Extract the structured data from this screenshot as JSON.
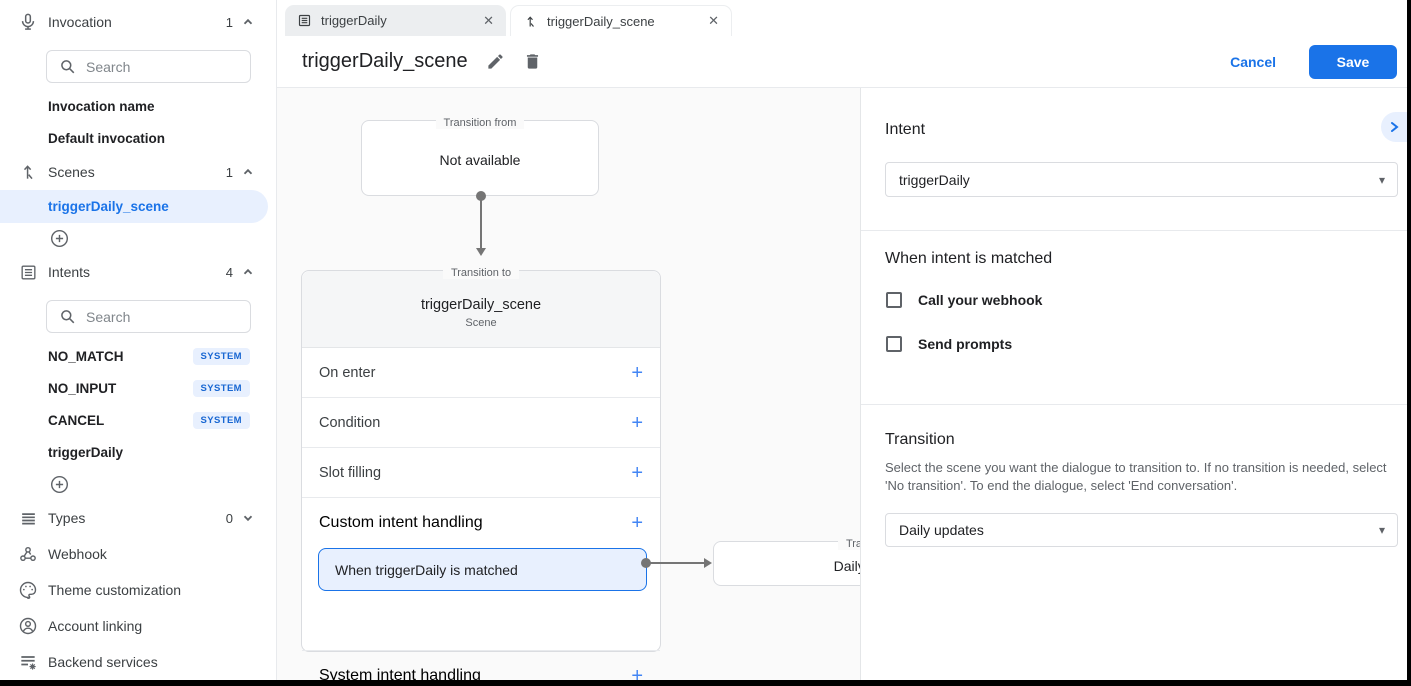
{
  "colors": {
    "accent": "#1a73e8",
    "light_blue": "#e8f0fe",
    "text": "#202124",
    "secondary": "#5f6368",
    "border": "#dadce0",
    "canvas_bg": "#fafafa"
  },
  "sidebar": {
    "invocation": {
      "label": "Invocation",
      "count": "1",
      "search_placeholder": "Search",
      "items": [
        {
          "label": "Invocation name"
        },
        {
          "label": "Default invocation"
        }
      ]
    },
    "scenes": {
      "label": "Scenes",
      "count": "1",
      "items": [
        {
          "label": "triggerDaily_scene",
          "selected": true
        }
      ]
    },
    "intents": {
      "label": "Intents",
      "count": "4",
      "search_placeholder": "Search",
      "items": [
        {
          "label": "NO_MATCH",
          "badge": "SYSTEM"
        },
        {
          "label": "NO_INPUT",
          "badge": "SYSTEM"
        },
        {
          "label": "CANCEL",
          "badge": "SYSTEM"
        },
        {
          "label": "triggerDaily"
        }
      ]
    },
    "types": {
      "label": "Types",
      "count": "0"
    },
    "links": [
      {
        "label": "Webhook"
      },
      {
        "label": "Theme customization"
      },
      {
        "label": "Account linking"
      },
      {
        "label": "Backend services"
      }
    ]
  },
  "tabs": [
    {
      "label": "triggerDaily",
      "icon": "intent-icon"
    },
    {
      "label": "triggerDaily_scene",
      "icon": "scene-icon",
      "active": true
    }
  ],
  "header": {
    "title": "triggerDaily_scene",
    "cancel_label": "Cancel",
    "save_label": "Save"
  },
  "canvas": {
    "transition_from": {
      "legend": "Transition from",
      "text": "Not available"
    },
    "scene_card": {
      "legend": "Transition to",
      "title": "triggerDaily_scene",
      "subtitle": "Scene",
      "rows": [
        "On enter",
        "Condition",
        "Slot filling",
        "Custom intent handling",
        "System intent handling"
      ],
      "matched_node": "When triggerDaily is matched"
    },
    "target_card": {
      "legend": "Transition to",
      "title": "Daily updates"
    }
  },
  "panel": {
    "intent": {
      "heading": "Intent",
      "value": "triggerDaily"
    },
    "matched": {
      "heading": "When intent is matched",
      "checkboxes": [
        {
          "label": "Call your webhook",
          "checked": false
        },
        {
          "label": "Send prompts",
          "checked": false
        }
      ]
    },
    "transition": {
      "heading": "Transition",
      "description": "Select the scene you want the dialogue to transition to. If no transition is needed, select 'No transition'. To end the dialogue, select 'End conversation'.",
      "value": "Daily updates"
    }
  }
}
